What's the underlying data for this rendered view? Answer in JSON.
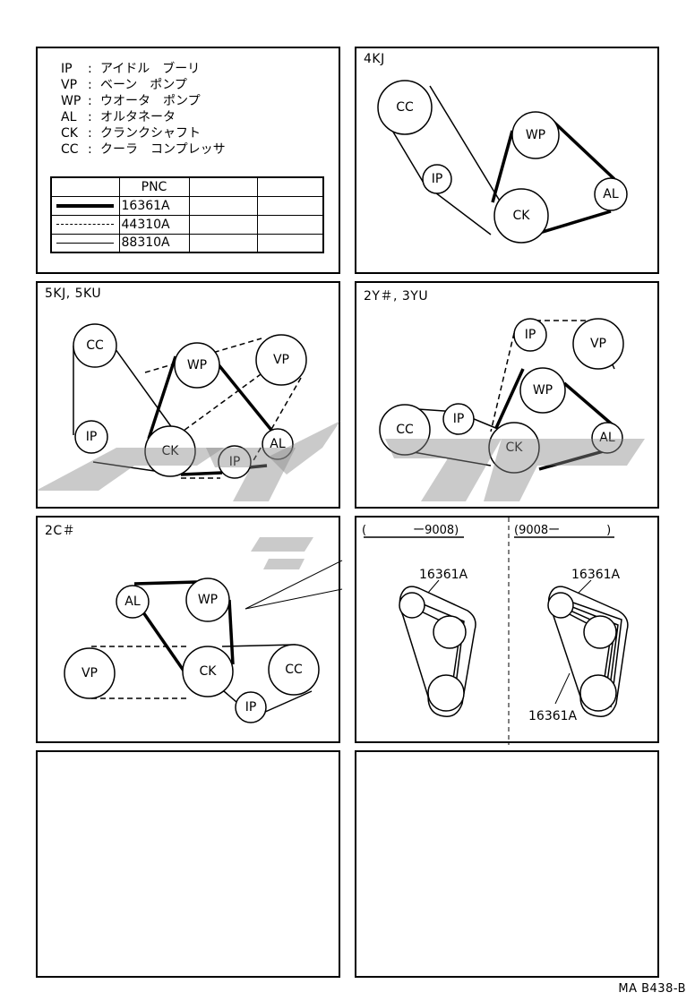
{
  "legend": {
    "items": [
      {
        "code": "IP",
        "sep": ":",
        "name": "アイドル　ブーリ"
      },
      {
        "code": "VP",
        "sep": ":",
        "name": "ベーン　ポンプ"
      },
      {
        "code": "WP",
        "sep": ":",
        "name": "ウオータ　ポンプ"
      },
      {
        "code": "AL",
        "sep": ":",
        "name": "オルタネータ"
      },
      {
        "code": "CK",
        "sep": ":",
        "name": "クランクシャフト"
      },
      {
        "code": "CC",
        "sep": ":",
        "name": "クーラ　コンプレッサ"
      }
    ],
    "table": {
      "header": "PNC",
      "rows": [
        {
          "style": "thick",
          "pnc": "16361A"
        },
        {
          "style": "dashed",
          "pnc": "44310A"
        },
        {
          "style": "thin",
          "pnc": "88310A"
        }
      ]
    }
  },
  "panels": {
    "p4kj": {
      "title": "4KJ",
      "pulleys": {
        "cc": "CC",
        "ip": "IP",
        "wp": "WP",
        "ck": "CK",
        "al": "AL"
      }
    },
    "p5kj": {
      "title": "5KJ, 5KU",
      "pulleys": {
        "cc": "CC",
        "wp": "WP",
        "vp": "VP",
        "ip1": "IP",
        "ck": "CK",
        "ip2": "IP",
        "al": "AL"
      }
    },
    "p2y": {
      "title": "2Y＃, 3YU",
      "pulleys": {
        "ip1": "IP",
        "vp": "VP",
        "wp": "WP",
        "cc": "CC",
        "ip2": "IP",
        "ck": "CK",
        "al": "AL"
      }
    },
    "p2c": {
      "title": "2C＃",
      "pulleys": {
        "al": "AL",
        "wp": "WP",
        "vp": "VP",
        "ck": "CK",
        "cc": "CC",
        "ip": "IP"
      }
    },
    "detail": {
      "left_title": "(　　　　ー9008)",
      "right_title": "(9008ー　　　　)",
      "left_label": "16361A",
      "right_label_top": "16361A",
      "right_label_bottom": "16361A"
    }
  },
  "footer": "MA B438-B"
}
